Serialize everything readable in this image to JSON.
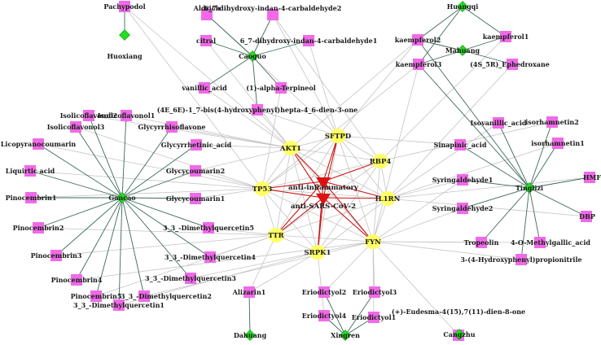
{
  "herbs": [
    {
      "id": "Pachypodol_h",
      "label": "Huoxiang"
    },
    {
      "id": "Caoguo",
      "label": "Caoguo"
    },
    {
      "id": "Huangqi",
      "label": "Huangqi"
    },
    {
      "id": "Mahuang",
      "label": "Mahuang"
    },
    {
      "id": "Gancao",
      "label": "Gancao"
    },
    {
      "id": "Tinglizi",
      "label": "Tinglizi"
    },
    {
      "id": "Dahuang",
      "label": "Dahuang"
    },
    {
      "id": "Xingren",
      "label": "Xingren"
    },
    {
      "id": "Cangzhu",
      "label": "Cangzhu"
    }
  ],
  "diseases": [
    {
      "id": "anti_inflam",
      "label": "anti-inflammatory"
    },
    {
      "id": "anti_sars",
      "label": "anti-SARS-CoV-2"
    }
  ],
  "targets": [
    {
      "id": "AKT1",
      "label": "AKT1"
    },
    {
      "id": "SFTPD",
      "label": "SFTPD"
    },
    {
      "id": "RBP4",
      "label": "RBP4"
    },
    {
      "id": "TP53",
      "label": "TP53"
    },
    {
      "id": "IL1RN",
      "label": "IL1RN"
    },
    {
      "id": "TTR",
      "label": "TTR"
    },
    {
      "id": "FYN",
      "label": "FYN"
    },
    {
      "id": "SRPK1",
      "label": "SRPK1"
    }
  ],
  "compounds": [
    {
      "id": "Pachypodol",
      "label": "Pachypodol"
    },
    {
      "id": "Aldrich",
      "label": "Aldrich"
    },
    {
      "id": "dihy2",
      "label": "6_7-dihydroxy-indan-4-carbaldehyde2"
    },
    {
      "id": "citral",
      "label": "citral"
    },
    {
      "id": "dihy1",
      "label": "6_7-dihydroxy-indan-4-carbaldehyde1"
    },
    {
      "id": "vanillic",
      "label": "vanillic_acid"
    },
    {
      "id": "terpineol",
      "label": "(1)-alpha-Terpineol"
    },
    {
      "id": "bis",
      "label": "(4E_6E)-1_7-bis(4-hydroxyphenyl)hepta-4_6-dien-3-one"
    },
    {
      "id": "kaemp2",
      "label": "kaempferol2"
    },
    {
      "id": "kaemp1",
      "label": "kaempferol1"
    },
    {
      "id": "kaemp3",
      "label": "kaempferol3"
    },
    {
      "id": "ephed",
      "label": "(4S_5R)_Ephedroxane"
    },
    {
      "id": "isofl2",
      "label": "Isolicoflavonol2"
    },
    {
      "id": "isofl1",
      "label": "Isolicoflavonol1"
    },
    {
      "id": "isofl3",
      "label": "Isolicoflavonol3"
    },
    {
      "id": "glycyrrhiso",
      "label": "Glycyrrhisoflavone"
    },
    {
      "id": "licopyrano",
      "label": "Licopyranocoumarin"
    },
    {
      "id": "glycyrrhetinic",
      "label": "Glycyrrhetinic_acid"
    },
    {
      "id": "liquiritic",
      "label": "Liquirtic acid"
    },
    {
      "id": "glycy2",
      "label": "Glycycoumarin2"
    },
    {
      "id": "pinoc1",
      "label": "Pinocembrin1"
    },
    {
      "id": "glycy1",
      "label": "Glycycoumarin1"
    },
    {
      "id": "pinoc2",
      "label": "Pinocembrin2"
    },
    {
      "id": "dmq5",
      "label": "3_3_-Dimethylquercetin5"
    },
    {
      "id": "pinoc3",
      "label": "Pinocembrin3"
    },
    {
      "id": "dmq4",
      "label": "3_3_-Dimethylquercetin4"
    },
    {
      "id": "pinoc4",
      "label": "Pinocembrin4"
    },
    {
      "id": "dmq3",
      "label": "3_3_-Dimethylquercetin3"
    },
    {
      "id": "pinoc5",
      "label": "Pinocembrin5"
    },
    {
      "id": "dmq2",
      "label": "3_3_-Dimethylquercetin2"
    },
    {
      "id": "dmq1",
      "label": "3_3_-Dimethylquercetin1"
    },
    {
      "id": "alizarin",
      "label": "Alizarin1"
    },
    {
      "id": "erio2",
      "label": "Eriodictyol2"
    },
    {
      "id": "erio3",
      "label": "Eriodictyol3"
    },
    {
      "id": "erio4",
      "label": "Eriodictyol4"
    },
    {
      "id": "erio1",
      "label": "Eriodictyol1"
    },
    {
      "id": "eudesma",
      "label": "(+)-Eudesma-4(15),7(11)-dien-8-one"
    },
    {
      "id": "isovanillic",
      "label": "Isovanillic_acid"
    },
    {
      "id": "isorh2",
      "label": "isorhamnetin2"
    },
    {
      "id": "isorh1",
      "label": "isorhamnetin1"
    },
    {
      "id": "sinapinic",
      "label": "Sinapinic_acid"
    },
    {
      "id": "syr1",
      "label": "Syringaldehyde1"
    },
    {
      "id": "hmf",
      "label": "HMF"
    },
    {
      "id": "syr2",
      "label": "Syringaldehyde2"
    },
    {
      "id": "dbp",
      "label": "DBP"
    },
    {
      "id": "tropeolin",
      "label": "Tropeolin"
    },
    {
      "id": "omga",
      "label": "4-O-Methylgallic_acid"
    },
    {
      "id": "hpp",
      "label": "3-(4-Hydroxyphenyl)propionitrile"
    }
  ],
  "herb_compound_edges": [
    [
      "Pachypodol_h",
      "Pachypodol"
    ],
    [
      "Caoguo",
      "Aldrich"
    ],
    [
      "Caoguo",
      "dihy2"
    ],
    [
      "Caoguo",
      "citral"
    ],
    [
      "Caoguo",
      "dihy1"
    ],
    [
      "Caoguo",
      "vanillic"
    ],
    [
      "Caoguo",
      "terpineol"
    ],
    [
      "Caoguo",
      "bis"
    ],
    [
      "Huangqi",
      "kaemp2"
    ],
    [
      "Huangqi",
      "kaemp1"
    ],
    [
      "Huangqi",
      "kaemp3"
    ],
    [
      "Mahuang",
      "kaemp2"
    ],
    [
      "Mahuang",
      "kaemp1"
    ],
    [
      "Mahuang",
      "kaemp3"
    ],
    [
      "Mahuang",
      "ephed"
    ],
    [
      "Gancao",
      "isofl2"
    ],
    [
      "Gancao",
      "isofl1"
    ],
    [
      "Gancao",
      "isofl3"
    ],
    [
      "Gancao",
      "glycyrrhiso"
    ],
    [
      "Gancao",
      "licopyrano"
    ],
    [
      "Gancao",
      "glycyrrhetinic"
    ],
    [
      "Gancao",
      "liquiritic"
    ],
    [
      "Gancao",
      "glycy2"
    ],
    [
      "Gancao",
      "pinoc1"
    ],
    [
      "Gancao",
      "glycy1"
    ],
    [
      "Gancao",
      "pinoc2"
    ],
    [
      "Gancao",
      "dmq5"
    ],
    [
      "Gancao",
      "pinoc3"
    ],
    [
      "Gancao",
      "dmq4"
    ],
    [
      "Gancao",
      "pinoc4"
    ],
    [
      "Gancao",
      "dmq3"
    ],
    [
      "Gancao",
      "pinoc5"
    ],
    [
      "Gancao",
      "dmq2"
    ],
    [
      "Gancao",
      "dmq1"
    ],
    [
      "Dahuang",
      "alizarin"
    ],
    [
      "Xingren",
      "erio2"
    ],
    [
      "Xingren",
      "erio3"
    ],
    [
      "Xingren",
      "erio4"
    ],
    [
      "Xingren",
      "erio1"
    ],
    [
      "Cangzhu",
      "eudesma"
    ],
    [
      "Tinglizi",
      "kaemp2"
    ],
    [
      "Tinglizi",
      "kaemp3"
    ],
    [
      "Tinglizi",
      "isovanillic"
    ],
    [
      "Tinglizi",
      "isorh2"
    ],
    [
      "Tinglizi",
      "isorh1"
    ],
    [
      "Tinglizi",
      "sinapinic"
    ],
    [
      "Tinglizi",
      "syr1"
    ],
    [
      "Tinglizi",
      "hmf"
    ],
    [
      "Tinglizi",
      "syr2"
    ],
    [
      "Tinglizi",
      "dbp"
    ],
    [
      "Tinglizi",
      "tropeolin"
    ],
    [
      "Tinglizi",
      "omga"
    ],
    [
      "Tinglizi",
      "hpp"
    ]
  ],
  "compound_target_edges": [
    [
      "Pachypodol",
      "AKT1"
    ],
    [
      "Pachypodol",
      "TP53"
    ],
    [
      "Aldrich",
      "SFTPD"
    ],
    [
      "dihy2",
      "SFTPD"
    ],
    [
      "dihy2",
      "RBP4"
    ],
    [
      "citral",
      "AKT1"
    ],
    [
      "dihy1",
      "SFTPD"
    ],
    [
      "vanillic",
      "AKT1"
    ],
    [
      "terpineol",
      "TP53"
    ],
    [
      "bis",
      "AKT1"
    ],
    [
      "bis",
      "SFTPD"
    ],
    [
      "kaemp2",
      "SFTPD"
    ],
    [
      "kaemp2",
      "AKT1"
    ],
    [
      "kaemp1",
      "RBP4"
    ],
    [
      "kaemp3",
      "TP53"
    ],
    [
      "kaemp3",
      "FYN"
    ],
    [
      "ephed",
      "IL1RN"
    ],
    [
      "isofl2",
      "AKT1"
    ],
    [
      "isofl1",
      "AKT1"
    ],
    [
      "isofl3",
      "TP53"
    ],
    [
      "glycyrrhiso",
      "AKT1"
    ],
    [
      "licopyrano",
      "TP53"
    ],
    [
      "glycyrrhetinic",
      "AKT1"
    ],
    [
      "liquiritic",
      "TP53"
    ],
    [
      "glycy2",
      "AKT1"
    ],
    [
      "glycy2",
      "TP53"
    ],
    [
      "pinoc1",
      "TP53"
    ],
    [
      "glycy1",
      "TP53"
    ],
    [
      "pinoc2",
      "TTR"
    ],
    [
      "dmq5",
      "TTR"
    ],
    [
      "pinoc3",
      "TTR"
    ],
    [
      "dmq4",
      "TTR"
    ],
    [
      "pinoc4",
      "FYN"
    ],
    [
      "dmq3",
      "SRPK1"
    ],
    [
      "pinoc5",
      "TTR"
    ],
    [
      "dmq2",
      "FYN"
    ],
    [
      "dmq1",
      "SRPK1"
    ],
    [
      "alizarin",
      "TTR"
    ],
    [
      "alizarin",
      "SRPK1"
    ],
    [
      "erio2",
      "FYN"
    ],
    [
      "erio3",
      "FYN"
    ],
    [
      "erio4",
      "SRPK1"
    ],
    [
      "erio1",
      "FYN"
    ],
    [
      "eudesma",
      "FYN"
    ],
    [
      "isovanillic",
      "IL1RN"
    ],
    [
      "isorh2",
      "RBP4"
    ],
    [
      "isorh1",
      "IL1RN"
    ],
    [
      "sinapinic",
      "SFTPD"
    ],
    [
      "syr1",
      "IL1RN"
    ],
    [
      "syr1",
      "FYN"
    ],
    [
      "hmf",
      "IL1RN"
    ],
    [
      "syr2",
      "FYN"
    ],
    [
      "dbp",
      "IL1RN"
    ],
    [
      "tropeolin",
      "FYN"
    ],
    [
      "omga",
      "FYN"
    ],
    [
      "hpp",
      "FYN"
    ]
  ],
  "target_disease_edges": [
    [
      "AKT1",
      "anti_inflam"
    ],
    [
      "AKT1",
      "anti_sars"
    ],
    [
      "SFTPD",
      "anti_inflam"
    ],
    [
      "SFTPD",
      "anti_sars"
    ],
    [
      "RBP4",
      "anti_inflam"
    ],
    [
      "TP53",
      "anti_inflam"
    ],
    [
      "TP53",
      "anti_sars"
    ],
    [
      "IL1RN",
      "anti_inflam"
    ],
    [
      "IL1RN",
      "anti_sars"
    ],
    [
      "TTR",
      "anti_inflam"
    ],
    [
      "TTR",
      "anti_sars"
    ],
    [
      "FYN",
      "anti_inflam"
    ],
    [
      "FYN",
      "anti_sars"
    ],
    [
      "SRPK1",
      "anti_inflam"
    ],
    [
      "SRPK1",
      "anti_sars"
    ]
  ],
  "colors": {
    "herb": "#22dd22",
    "compound": "#f06ae8",
    "target": "#ffff66",
    "disease": "#dd1111",
    "edge_main": "#3d6b5a",
    "edge_target": "#c4c4c4",
    "edge_disease": "#cc1111"
  }
}
